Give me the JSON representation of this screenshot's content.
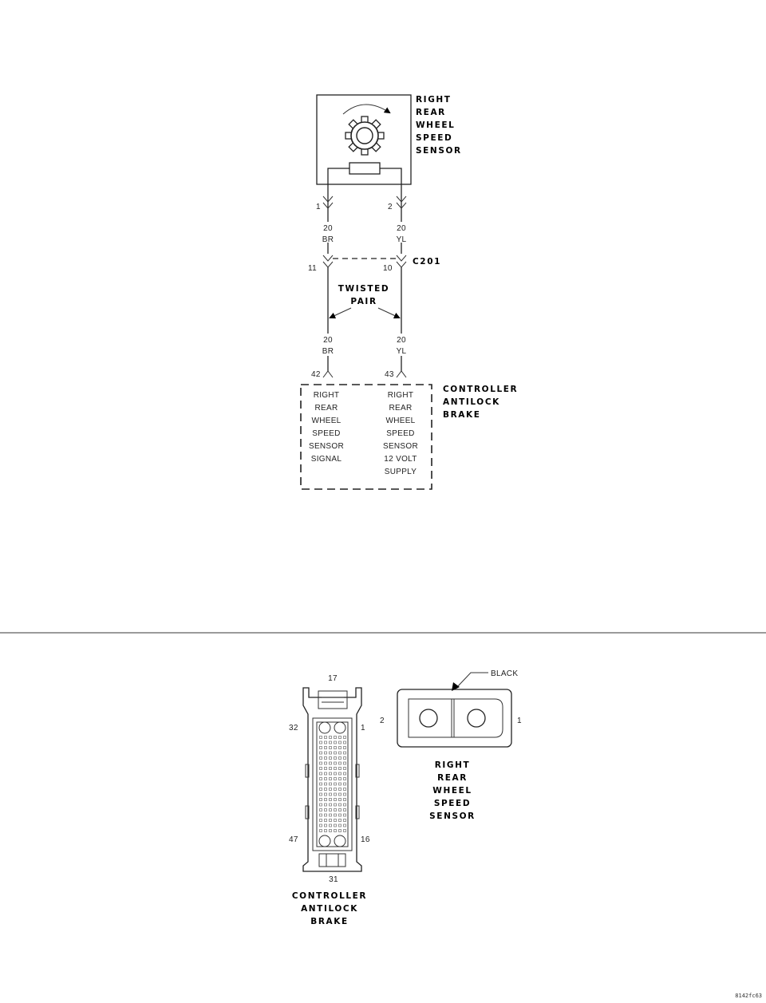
{
  "schematic": {
    "sensor": {
      "label": [
        "RIGHT",
        "REAR",
        "WHEEL",
        "SPEED",
        "SENSOR"
      ]
    },
    "pins": {
      "sensor_left": "1",
      "sensor_right": "2",
      "c201_left": "11",
      "c201_right": "10",
      "abs_left": "42",
      "abs_right": "43"
    },
    "wires": {
      "left": {
        "gauge": "20",
        "color": "BR"
      },
      "right": {
        "gauge": "20",
        "color": "YL"
      }
    },
    "connector_c201": "C201",
    "twisted_pair": [
      "TWISTED",
      "PAIR"
    ],
    "controller": {
      "label": [
        "CONTROLLER",
        "ANTILOCK",
        "BRAKE"
      ],
      "left_function": [
        "RIGHT",
        "REAR",
        "WHEEL",
        "SPEED",
        "SENSOR",
        "SIGNAL"
      ],
      "right_function": [
        "RIGHT",
        "REAR",
        "WHEEL",
        "SPEED",
        "SENSOR",
        "12 VOLT",
        "SUPPLY"
      ]
    }
  },
  "connector_views": {
    "controller": {
      "pins": {
        "top": "17",
        "top_left": "32",
        "top_right": "1",
        "bottom_left": "47",
        "bottom_right": "16",
        "bottom": "31"
      },
      "label": [
        "CONTROLLER",
        "ANTILOCK",
        "BRAKE"
      ]
    },
    "sensor": {
      "color_callout": "BLACK",
      "pin_left": "2",
      "pin_right": "1",
      "label": [
        "RIGHT",
        "REAR",
        "WHEEL",
        "SPEED",
        "SENSOR"
      ]
    }
  },
  "figure_id": "8142fc63"
}
